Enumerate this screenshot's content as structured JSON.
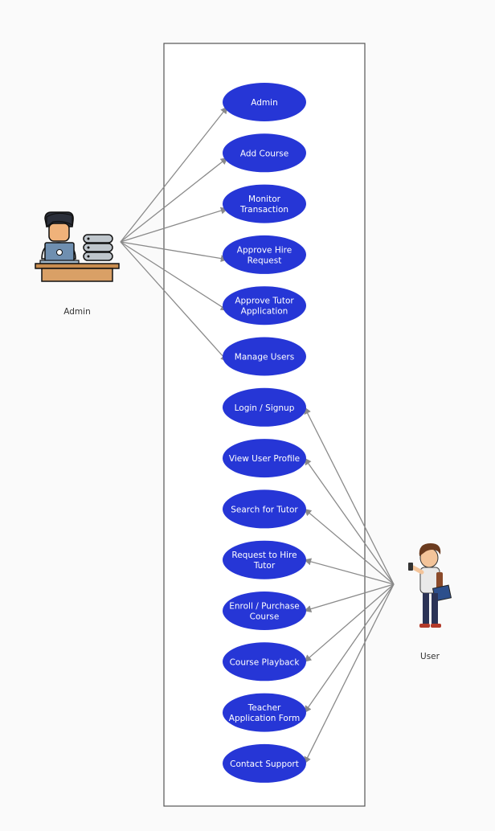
{
  "diagram": {
    "colors": {
      "background": "#fafafa",
      "oval_fill": "#2636d6",
      "oval_text": "#ffffff",
      "connector": "#8a8a8a",
      "boundary": "#555555"
    },
    "actors": {
      "admin": {
        "label": "Admin",
        "icon": "admin-at-desk-icon"
      },
      "user": {
        "label": "User",
        "icon": "student-user-icon"
      }
    },
    "use_cases": [
      {
        "id": "admin",
        "lines": [
          "Admin"
        ],
        "actor": "admin"
      },
      {
        "id": "add-course",
        "lines": [
          "Add Course"
        ],
        "actor": "admin"
      },
      {
        "id": "monitor-transaction",
        "lines": [
          "Monitor",
          "Transaction"
        ],
        "actor": "admin"
      },
      {
        "id": "approve-hire-request",
        "lines": [
          "Approve Hire",
          "Request"
        ],
        "actor": "admin"
      },
      {
        "id": "approve-tutor-application",
        "lines": [
          "Approve Tutor",
          "Application"
        ],
        "actor": "admin"
      },
      {
        "id": "manage-users",
        "lines": [
          "Manage Users"
        ],
        "actor": "admin"
      },
      {
        "id": "login-signup",
        "lines": [
          "Login / Signup"
        ],
        "actor": "user"
      },
      {
        "id": "view-user-profile",
        "lines": [
          "View User Profile"
        ],
        "actor": "user"
      },
      {
        "id": "search-for-tutor",
        "lines": [
          "Search for Tutor"
        ],
        "actor": "user"
      },
      {
        "id": "request-to-hire-tutor",
        "lines": [
          "Request to Hire",
          "Tutor"
        ],
        "actor": "user"
      },
      {
        "id": "enroll-purchase-course",
        "lines": [
          "Enroll / Purchase",
          "Course"
        ],
        "actor": "user"
      },
      {
        "id": "course-playback",
        "lines": [
          "Course Playback"
        ],
        "actor": "user"
      },
      {
        "id": "teacher-application-form",
        "lines": [
          "Teacher",
          "Application Form"
        ],
        "actor": "user"
      },
      {
        "id": "contact-support",
        "lines": [
          "Contact Support"
        ],
        "actor": "user"
      }
    ]
  }
}
